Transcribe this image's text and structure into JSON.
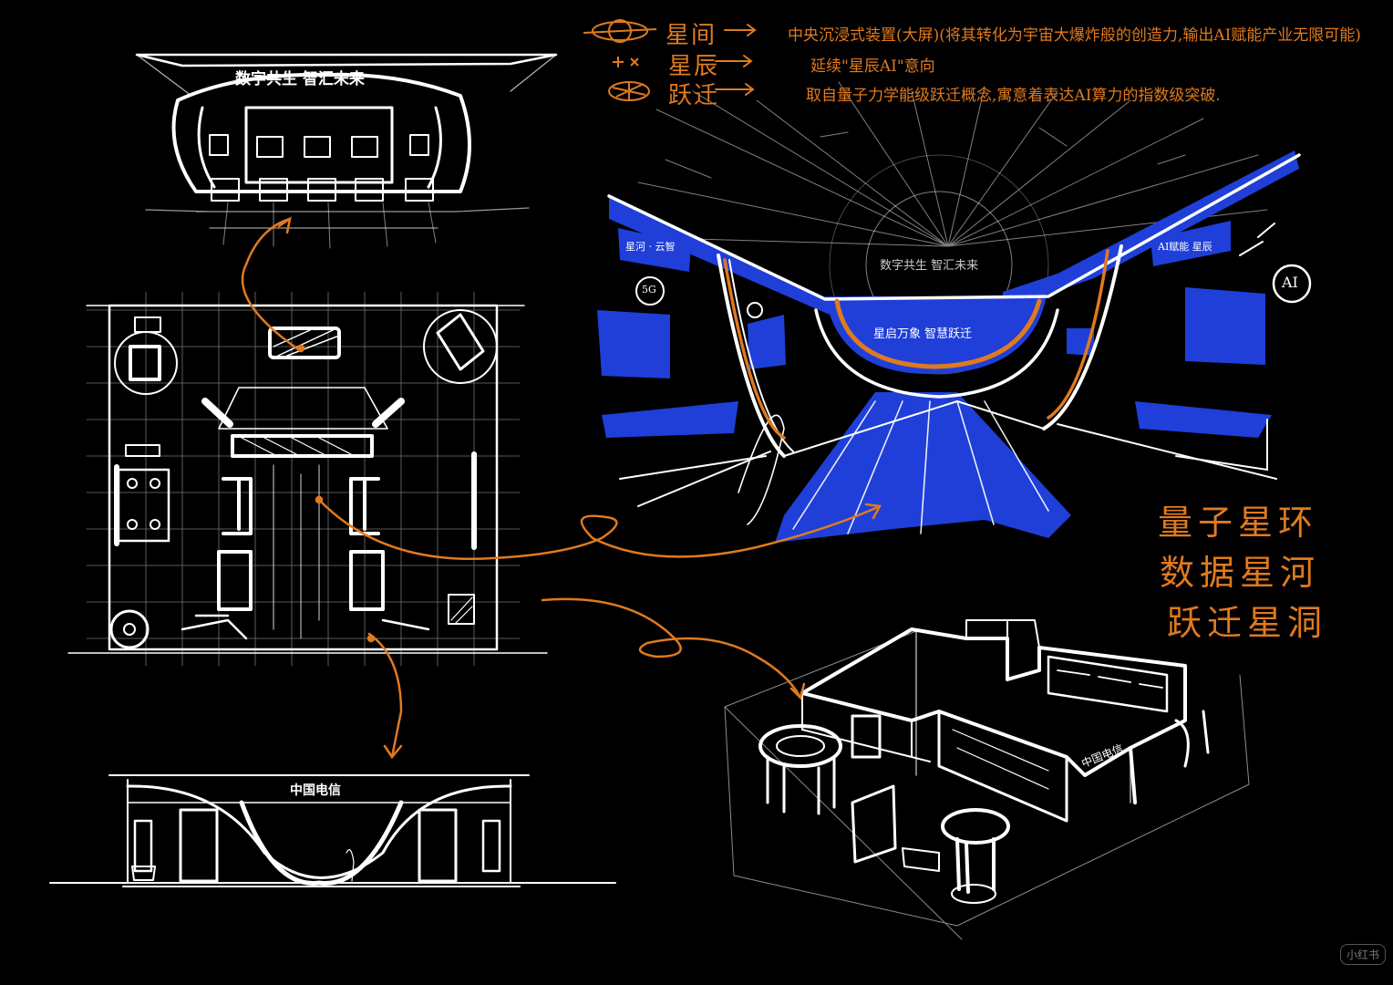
{
  "legend": [
    {
      "name": "星间",
      "desc": "中央沉浸式装置(大屏)(将其转化为宇宙大爆炸般的创造力,输出AI赋能产业无限可能)",
      "icon": "orbit-icon"
    },
    {
      "name": "星辰",
      "desc": "延续\"星辰AI\"意向",
      "icon": "sparkle-icon"
    },
    {
      "name": "跃迁",
      "desc": "取自量子力学能级跃迁概念,寓意着表达AI算力的指数级突破.",
      "icon": "burst-icon"
    }
  ],
  "slogan": [
    "量子星环",
    "数据星河",
    "跃迁星洞"
  ],
  "signs": {
    "front_elevation_top": "数字共生  智汇未来",
    "perspective_center": "星启万象 智慧跃迁",
    "perspective_back": "数字共生 智汇未来",
    "perspective_left_panel": "星河 · 云智",
    "perspective_right_panel": "AI赋能 星辰",
    "perspective_right_circle": "AI",
    "perspective_left_circle": "5G",
    "section_brand": "中国电信",
    "axon_brand": "中国电信"
  },
  "watermark": "小红书",
  "colors": {
    "orange": "#e07a1f",
    "blue": "#1f3fd8",
    "line": "#ffffff",
    "background": "#000000"
  }
}
